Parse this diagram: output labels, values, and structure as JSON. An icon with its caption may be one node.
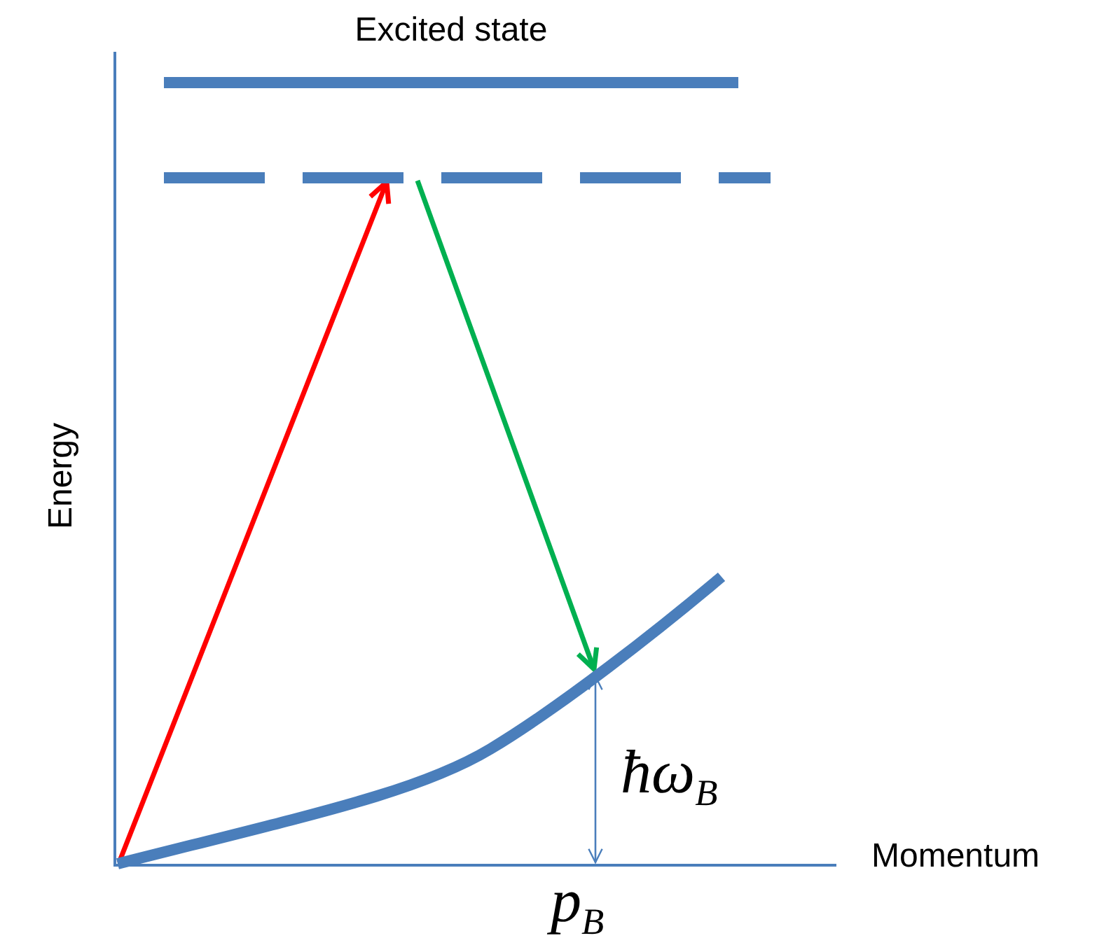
{
  "diagram": {
    "nodes": [
      {
        "text": [
          "Excited state"
        ]
      },
      {
        "text": [],
        "shape": "line"
      },
      {
        "text": [],
        "shape": "curve"
      }
    ],
    "edges": [
      {
        "from": 2,
        "to": 1,
        "arrow": "to",
        "color": "#ff0000"
      },
      {
        "from": 1,
        "to": 2,
        "arrow": "to",
        "color": "#00b050"
      }
    ],
    "labels": [
      "Energy",
      "Momentum",
      "ħω$_{B}$",
      "p$_{B}$"
    ]
  }
}
